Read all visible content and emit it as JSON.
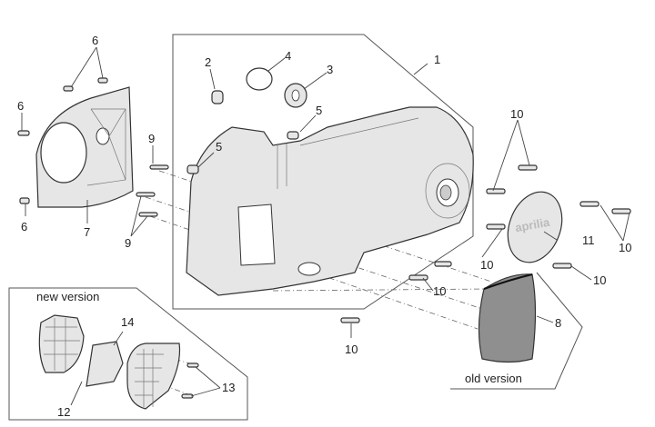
{
  "diagram": {
    "title": "Transmission cover exploded view",
    "brand_text": "aprilia",
    "variants": {
      "new_version": "new version",
      "old_version": "old version"
    },
    "callouts": [
      {
        "id": "c1",
        "text": "1"
      },
      {
        "id": "c2",
        "text": "2"
      },
      {
        "id": "c3",
        "text": "3"
      },
      {
        "id": "c4",
        "text": "4"
      },
      {
        "id": "c5a",
        "text": "5"
      },
      {
        "id": "c5b",
        "text": "5"
      },
      {
        "id": "c6a",
        "text": "6"
      },
      {
        "id": "c6b",
        "text": "6"
      },
      {
        "id": "c6c",
        "text": "6"
      },
      {
        "id": "c7",
        "text": "7"
      },
      {
        "id": "c8",
        "text": "8"
      },
      {
        "id": "c9a",
        "text": "9"
      },
      {
        "id": "c9b",
        "text": "9"
      },
      {
        "id": "c10a",
        "text": "10"
      },
      {
        "id": "c10b",
        "text": "10"
      },
      {
        "id": "c10c",
        "text": "10"
      },
      {
        "id": "c10d",
        "text": "10"
      },
      {
        "id": "c10e",
        "text": "10"
      },
      {
        "id": "c10f",
        "text": "10"
      },
      {
        "id": "c11",
        "text": "11"
      },
      {
        "id": "c12",
        "text": "12"
      },
      {
        "id": "c13",
        "text": "13"
      },
      {
        "id": "c14",
        "text": "14"
      }
    ]
  }
}
